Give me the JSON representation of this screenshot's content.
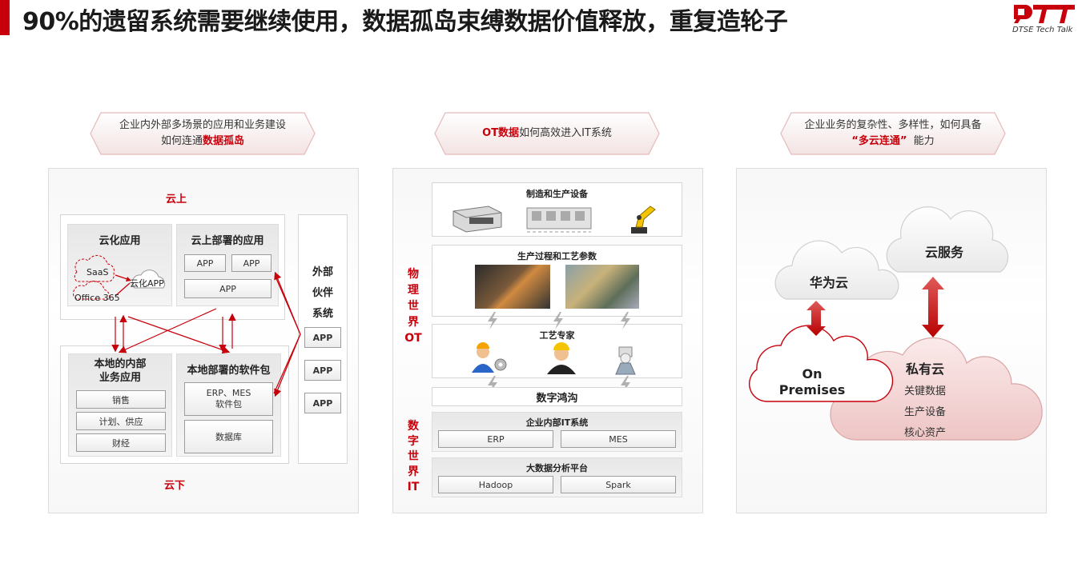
{
  "header": {
    "title": "90%的遗留系统需要继续使用，数据孤岛束缚数据价值释放，重复造轮子",
    "logo_text": "DTSE  Tech Talk"
  },
  "colors": {
    "accent": "#c7000b",
    "panel_border": "#dcdcdc",
    "box_gray": "#ececec"
  },
  "panel1": {
    "banner_line1": "企业内外部多场景的应用和业务建设",
    "banner_line2_prefix": "如何连通",
    "banner_line2_highlight": "数据孤岛",
    "cloud_top_label": "云上",
    "cloud_bottom_label": "云下",
    "cloud_apps_title": "云化应用",
    "saas": "SaaS",
    "office": "Office 365",
    "cloud_app": "云化APP",
    "cloud_deployed_title": "云上部署的应用",
    "app": "APP",
    "local_internal_title_1": "本地的内部",
    "local_internal_title_2": "业务应用",
    "sales": "销售",
    "plan_supply": "计划、供应",
    "finance": "财经",
    "local_package_title": "本地部署的软件包",
    "erp_mes_1": "ERP、MES",
    "erp_mes_2": "软件包",
    "database": "数据库",
    "partner_1": "外部",
    "partner_2": "伙伴",
    "partner_3": "系统"
  },
  "panel2": {
    "banner_highlight": "OT数据",
    "banner_text": "如何高效进入IT系统",
    "manufacturing_title": "制造和生产设备",
    "process_title": "生产过程和工艺参数",
    "expert_title": "工艺专家",
    "digital_gap": "数字鸿沟",
    "enterprise_it_title": "企业内部IT系统",
    "erp": "ERP",
    "mes": "MES",
    "bigdata_title": "大数据分析平台",
    "hadoop": "Hadoop",
    "spark": "Spark",
    "physical_world": [
      "物",
      "理",
      "世",
      "界",
      "OT"
    ],
    "digital_world": [
      "数",
      "字",
      "世",
      "界",
      "IT"
    ]
  },
  "panel3": {
    "banner_line1": "企业业务的复杂性、多样性，如何具备",
    "banner_line2_highlight": "“多云连通”",
    "banner_line2_suffix": "能力",
    "huawei_cloud": "华为云",
    "cloud_service": "云服务",
    "on_premises_1": "On",
    "on_premises_2": "Premises",
    "private_cloud": "私有云",
    "private_items": [
      "关键数据",
      "生产设备",
      "核心资产"
    ]
  }
}
